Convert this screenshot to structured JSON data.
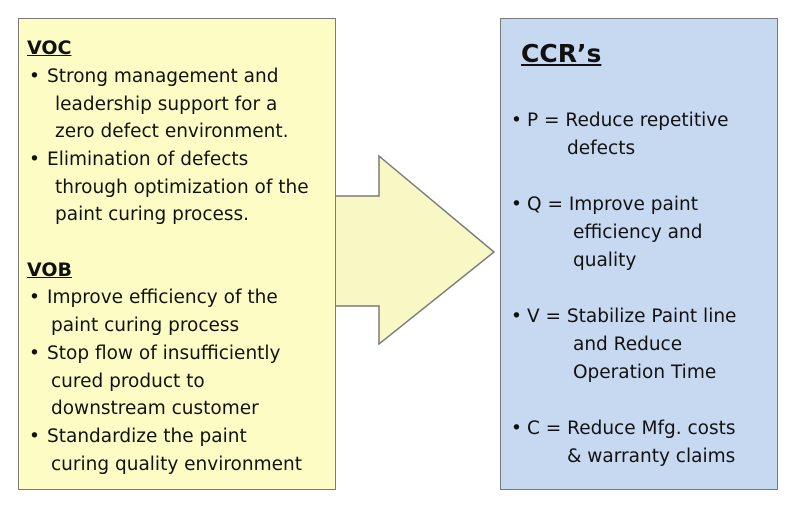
{
  "voc": {
    "heading": "VOC",
    "items": [
      {
        "bullet": "•",
        "lines": [
          "Strong management and",
          "leadership support for a",
          "zero defect environment."
        ]
      },
      {
        "bullet": "•",
        "lines": [
          "Elimination of defects",
          "through optimization of the",
          "paint curing process."
        ]
      }
    ]
  },
  "vob": {
    "heading": "VOB",
    "items": [
      {
        "bullet": "•",
        "lines": [
          "Improve efficiency of the",
          "paint curing process"
        ]
      },
      {
        "bullet": "•",
        "lines": [
          "Stop flow of insufficiently",
          "cured product to",
          "downstream customer"
        ]
      },
      {
        "bullet": "•",
        "lines": [
          "Standardize the paint",
          "curing quality environment"
        ]
      }
    ]
  },
  "ccr": {
    "heading": "CCR’s",
    "items": [
      {
        "bullet": "•",
        "lines": [
          "P = Reduce repetitive",
          "defects"
        ]
      },
      {
        "bullet": "•",
        "lines": [
          "Q = Improve paint",
          "efficiency and",
          "quality"
        ]
      },
      {
        "bullet": "•",
        "lines": [
          "V = Stabilize Paint line",
          "and Reduce",
          "Operation Time"
        ]
      },
      {
        "bullet": "•",
        "lines": [
          "C = Reduce Mfg. costs",
          "& warranty claims"
        ]
      }
    ]
  },
  "colors": {
    "left_fill": "#fcfcc4",
    "right_fill": "#c7d9f1",
    "arrow_fill": "#f8f8c4",
    "border": "#7a7a7a"
  }
}
